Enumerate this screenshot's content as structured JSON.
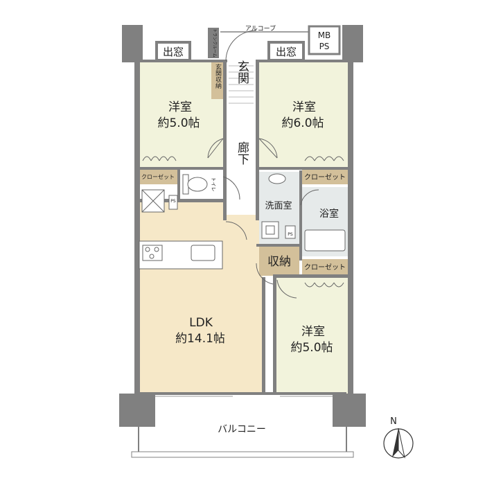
{
  "rooms": {
    "western_nw": {
      "name": "洋室",
      "size": "約5.0帖"
    },
    "western_ne": {
      "name": "洋室",
      "size": "約6.0帖"
    },
    "western_se": {
      "name": "洋室",
      "size": "約5.0帖"
    },
    "ldk": {
      "name": "LDK",
      "size": "約14.1帖"
    }
  },
  "labels": {
    "alcove": "アルコーブ",
    "mb": "MB",
    "ps": "PS",
    "bay_window": "出窓",
    "trunk_room": "トランクルーム",
    "entrance": "玄関",
    "entrance_storage": "玄関収納",
    "corridor": "廊下",
    "closet": "クローゼット",
    "toilet": "トイレ",
    "washroom": "洗面室",
    "bathroom": "浴室",
    "storage": "収納",
    "balcony": "バルコニー",
    "north": "N"
  },
  "colors": {
    "wall": "#808080",
    "room_fill": "#f2f3dc",
    "ldk_fill": "#f6e8c8",
    "storage_fill": "#d3c09a",
    "wet_fill": "#e6eaea"
  }
}
